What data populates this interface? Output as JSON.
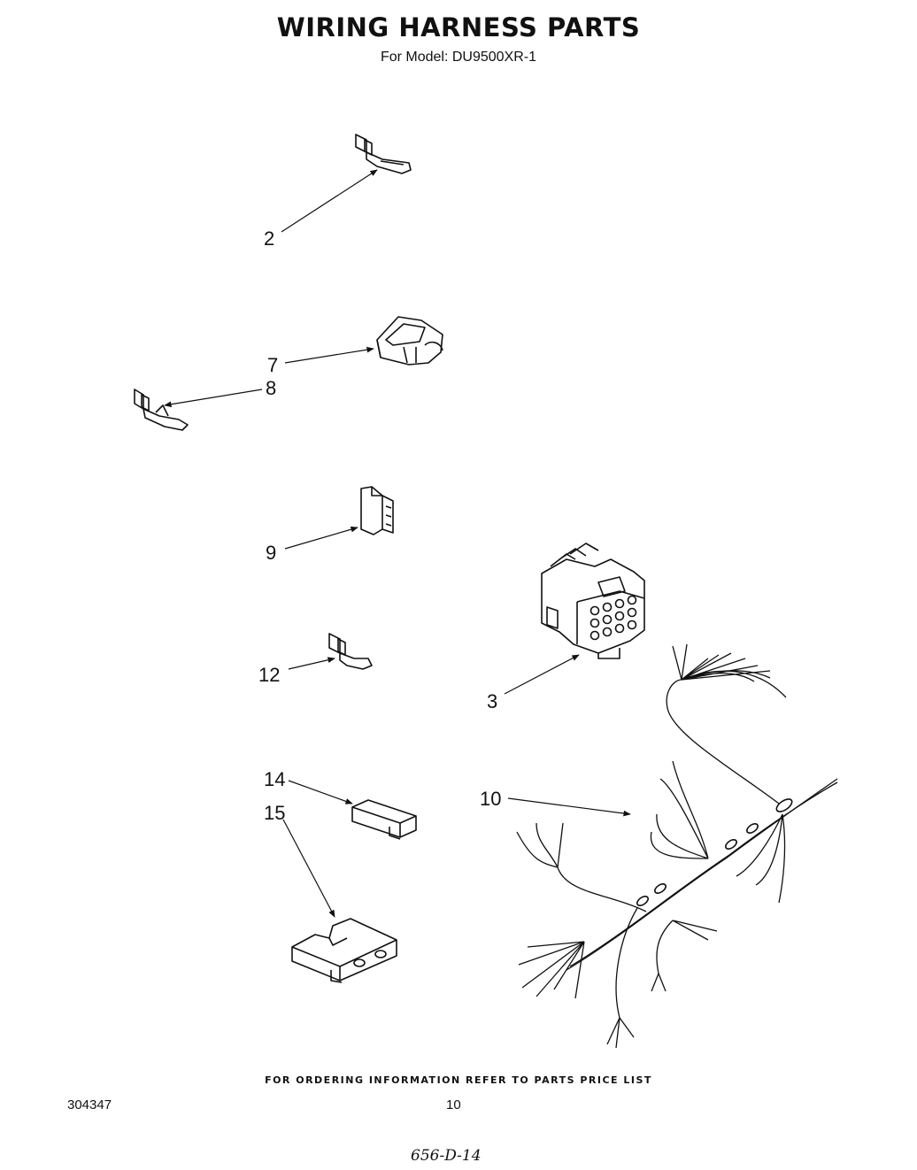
{
  "header": {
    "title": "WIRING HARNESS PARTS",
    "subtitle": "For Model: DU9500XR-1"
  },
  "callouts": {
    "c2": "2",
    "c7": "7",
    "c8": "8",
    "c9": "9",
    "c12": "12",
    "c3": "3",
    "c10": "10",
    "c14": "14",
    "c15": "15"
  },
  "footer": {
    "ordering_note": "FOR ORDERING INFORMATION REFER TO PARTS PRICE LIST",
    "doc_number": "304347",
    "page_number": "10",
    "handwritten": "656-D-14"
  }
}
